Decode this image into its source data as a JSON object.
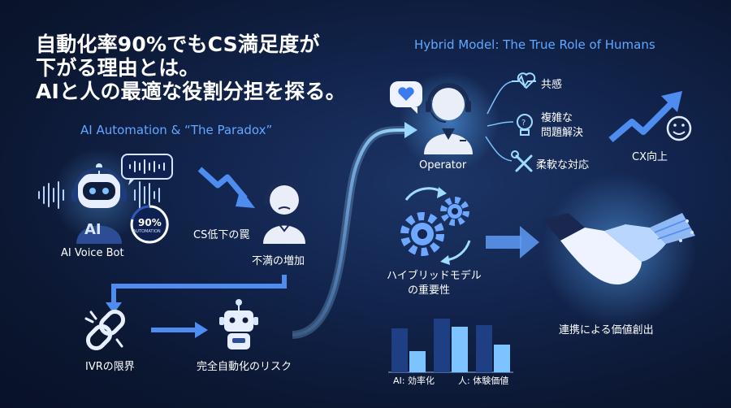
{
  "headline": {
    "line1": "自動化率90%でもCS満足度が",
    "line2": "下がる理由とは。",
    "line3": "AIと人の最適な役割分担を探る。"
  },
  "left_section": {
    "title": "AI Automation & “The Paradox”",
    "ai_badge": "AI",
    "gauge_value": "90%",
    "gauge_caption": "AUTOMATION",
    "ai_voice_bot": "AI Voice Bot",
    "cs_trap": "CS低下の罠",
    "dissatisfaction": "不満の増加",
    "ivr_limit": "IVRの限界",
    "full_auto_risk": "完全自動化のリスク"
  },
  "right_section": {
    "title": "Hybrid Model: The True Role of Humans",
    "operator": "Operator",
    "empathy": "共感",
    "complex_line1": "複雑な",
    "complex_line2": "問題解決",
    "flexible": "柔軟な対応",
    "cx_up": "CX向上",
    "hybrid_line1": "ハイブリッドモデル",
    "hybrid_line2": "の重要性",
    "collab": "連携による価値創出",
    "chart_label_ai": "AI: 効率化",
    "chart_label_human": "人: 体験価値"
  },
  "colors": {
    "background": "#0b1630",
    "accent_blue": "#62a8ff",
    "bar_dark": "#1f3f84",
    "bar_light": "#7cc3ff"
  },
  "chart_data": {
    "type": "bar",
    "categories": [
      "",
      "",
      ""
    ],
    "series": [
      {
        "values": [
          54,
          66,
          58
        ]
      },
      {
        "values": [
          26,
          56,
          34
        ]
      }
    ],
    "note_labels": [
      "AI: 効率化",
      "人: 体験価値"
    ]
  }
}
